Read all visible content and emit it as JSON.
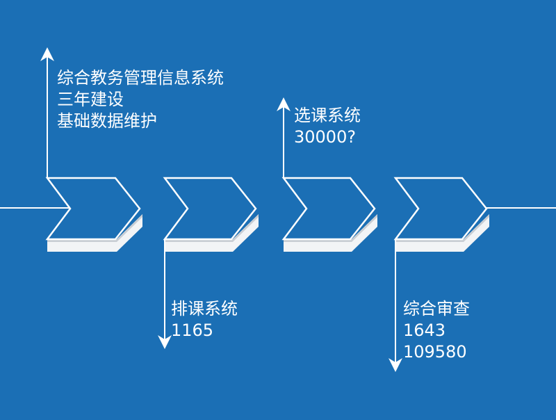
{
  "stages": [
    {
      "id": "stage-1",
      "lines": [
        "综合教务管理信息系统",
        "三年建设",
        "基础数据维护"
      ]
    },
    {
      "id": "stage-2",
      "lines": [
        "排课系统",
        "1165"
      ]
    },
    {
      "id": "stage-3",
      "lines": [
        "选课系统",
        "30000?"
      ]
    },
    {
      "id": "stage-4",
      "lines": [
        "综合审查",
        "1643",
        "109580"
      ]
    }
  ],
  "colors": {
    "background": "#1b6fb5",
    "chevron_face": "#1b6fb5",
    "chevron_outline": "#ffffff",
    "chevron_side": "#f2f4f6",
    "chevron_side_shadow": "#c9ced4",
    "line": "#ffffff",
    "text": "#ffffff"
  }
}
